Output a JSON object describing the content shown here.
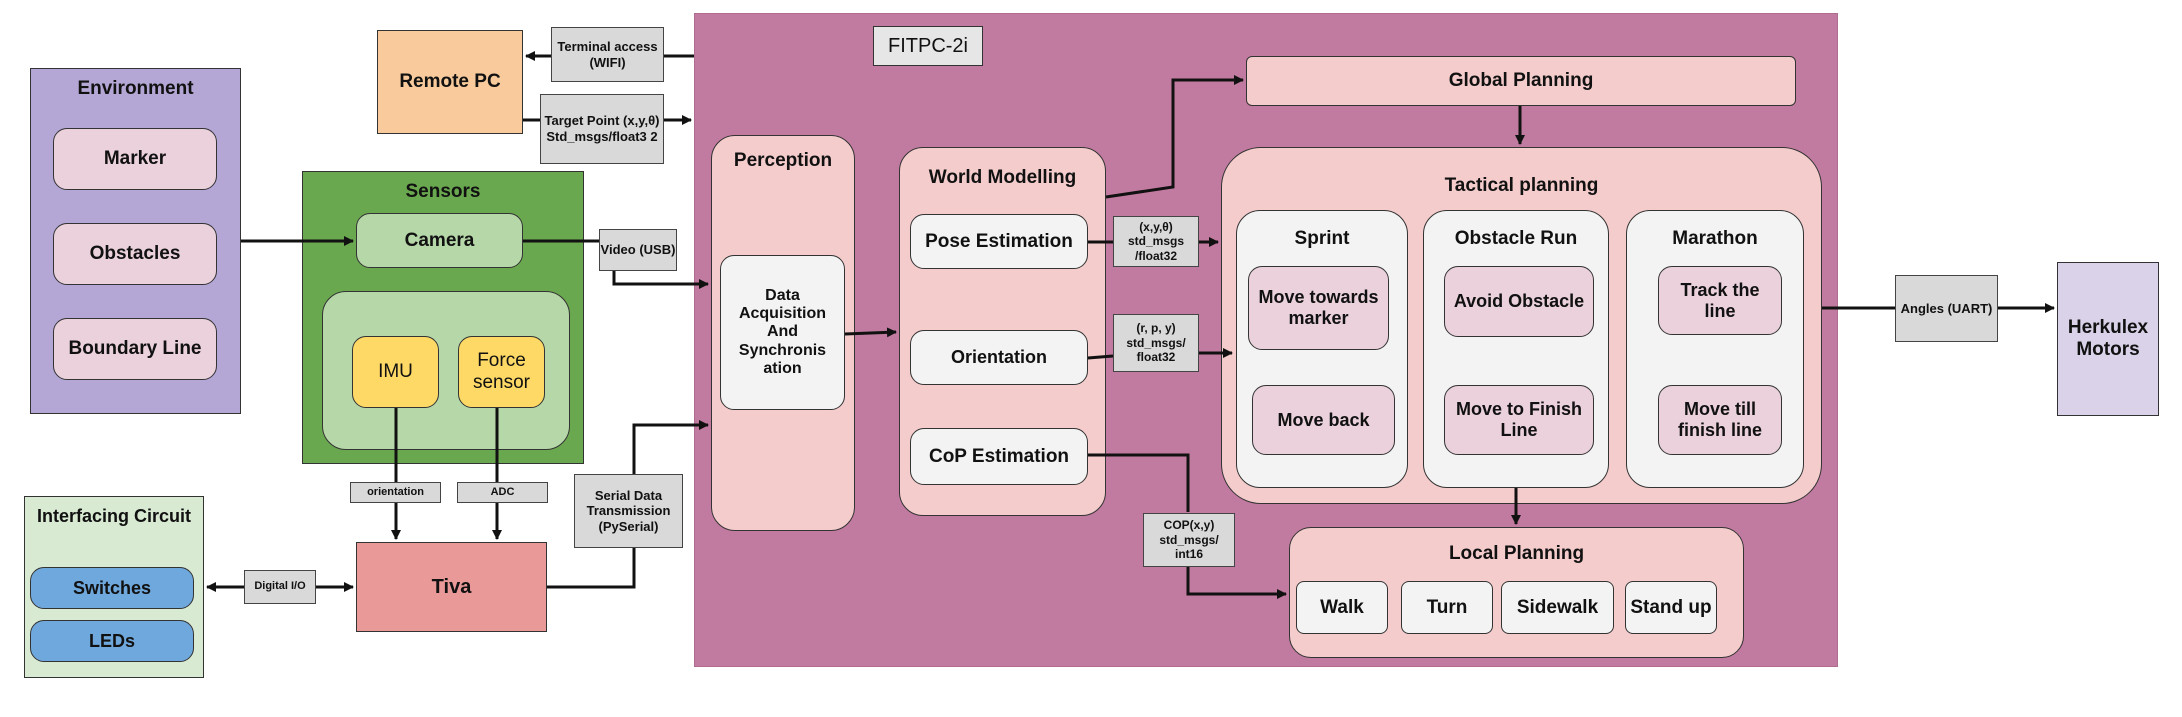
{
  "env": {
    "title": "Environment",
    "items": [
      "Marker",
      "Obstacles",
      "Boundary Line"
    ]
  },
  "remote_pc": "Remote PC",
  "sensors": {
    "title": "Sensors",
    "camera": "Camera",
    "imu": "IMU",
    "force": "Force sensor"
  },
  "interfacing": {
    "title": "Interfacing Circuit",
    "switches": "Switches",
    "leds": "LEDs"
  },
  "tiva": "Tiva",
  "fitpc": "FITPC-2i",
  "perception": {
    "title": "Perception",
    "daq": "Data Acquisition And Synchronis ation"
  },
  "world": {
    "title": "World Modelling",
    "pose": "Pose Estimation",
    "orientation": "Orientation",
    "cop": "CoP Estimation"
  },
  "global_planning": "Global Planning",
  "tactical": {
    "title": "Tactical planning",
    "sprint": {
      "title": "Sprint",
      "a": "Move towards marker",
      "b": "Move back"
    },
    "obstacle": {
      "title": "Obstacle Run",
      "a": "Avoid Obstacle",
      "b": "Move to Finish Line"
    },
    "marathon": {
      "title": "Marathon",
      "a": "Track the line",
      "b": "Move till finish line"
    }
  },
  "local_planning": {
    "title": "Local Planning",
    "walk": "Walk",
    "turn": "Turn",
    "sidewalk": "Sidewalk",
    "standup": "Stand up"
  },
  "motors": "Herkulex Motors",
  "edges": {
    "terminal": "Terminal access (WIFI)",
    "target": "Target Point (x,y,θ) Std_msgs/float3 2",
    "video": "Video (USB)",
    "orientation": "orientation",
    "adc": "ADC",
    "serial": "Serial Data Transmission (PySerial)",
    "digital_io": "Digital I/O",
    "pose_msg": "(x,y,θ) std_msgs /float32",
    "rpy_msg": "(r, p, y) std_msgs/ float32",
    "cop_msg": "COP(x,y) std_msgs/ int16",
    "angles": "Angles (UART)"
  },
  "colors": {
    "environment": "#b4a7d6",
    "sensors": "#6aa84f",
    "fitpc": "#c27ba0",
    "remote_pc": "#f9cb9c",
    "tiva": "#ea9999",
    "interfacing": "#d9ead3",
    "switches": "#6fa8dc",
    "imu": "#ffd966",
    "light_pink": "#f4cccc",
    "inner_pink": "#ead1dc",
    "motors": "#d9d2e9"
  }
}
